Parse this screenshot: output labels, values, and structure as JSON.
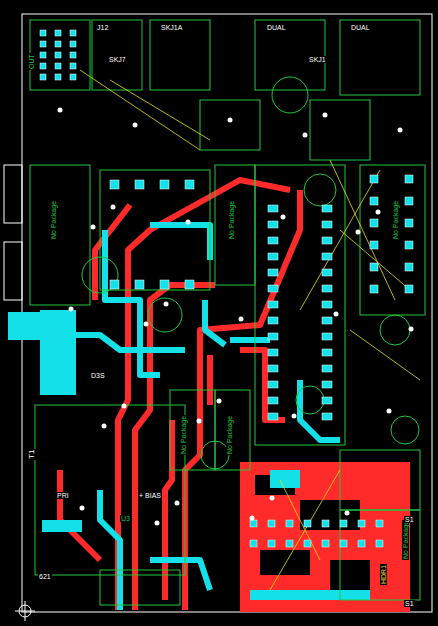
{
  "diagram": {
    "labels": [
      "OUT",
      "J12",
      "SKJ7",
      "SKJ1A",
      "DUAL",
      "SKJ1",
      "DUAL",
      "No Package",
      "No Package",
      "No Package",
      "No Package",
      "No Package",
      "No Package",
      "D3S",
      "T1",
      "PRI",
      "+ BIAS",
      "621",
      "S1",
      "S1",
      "HDR1",
      "U3"
    ]
  }
}
